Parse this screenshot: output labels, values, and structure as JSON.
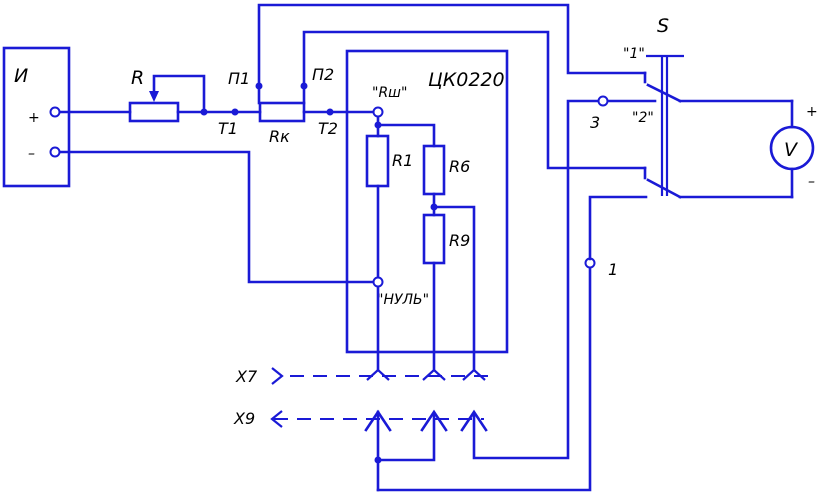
{
  "source": {
    "name": "И",
    "plus": "+",
    "minus": "–"
  },
  "rheostat": {
    "name": "R"
  },
  "points": {
    "t1": "T1",
    "t2": "T2",
    "p1": "П1",
    "p2": "П2",
    "three": "3",
    "one": "1"
  },
  "calibrated_resistor": {
    "name": "Rк"
  },
  "device": {
    "name": "ЦК0220",
    "rsh_label": "\"Rш\"",
    "null_label": "\"НУЛЬ\"",
    "r1": "R1",
    "r6": "R6",
    "r9": "R9"
  },
  "connectors": {
    "x7": "X7",
    "x9": "X9"
  },
  "switch": {
    "name": "S",
    "pos1": "\"1\"",
    "pos2": "\"2\""
  },
  "voltmeter": {
    "symbol": "V",
    "plus": "+",
    "minus": "–"
  },
  "colors": {
    "wire": "#1a1ad6",
    "text": "#000000",
    "background": "#ffffff"
  }
}
